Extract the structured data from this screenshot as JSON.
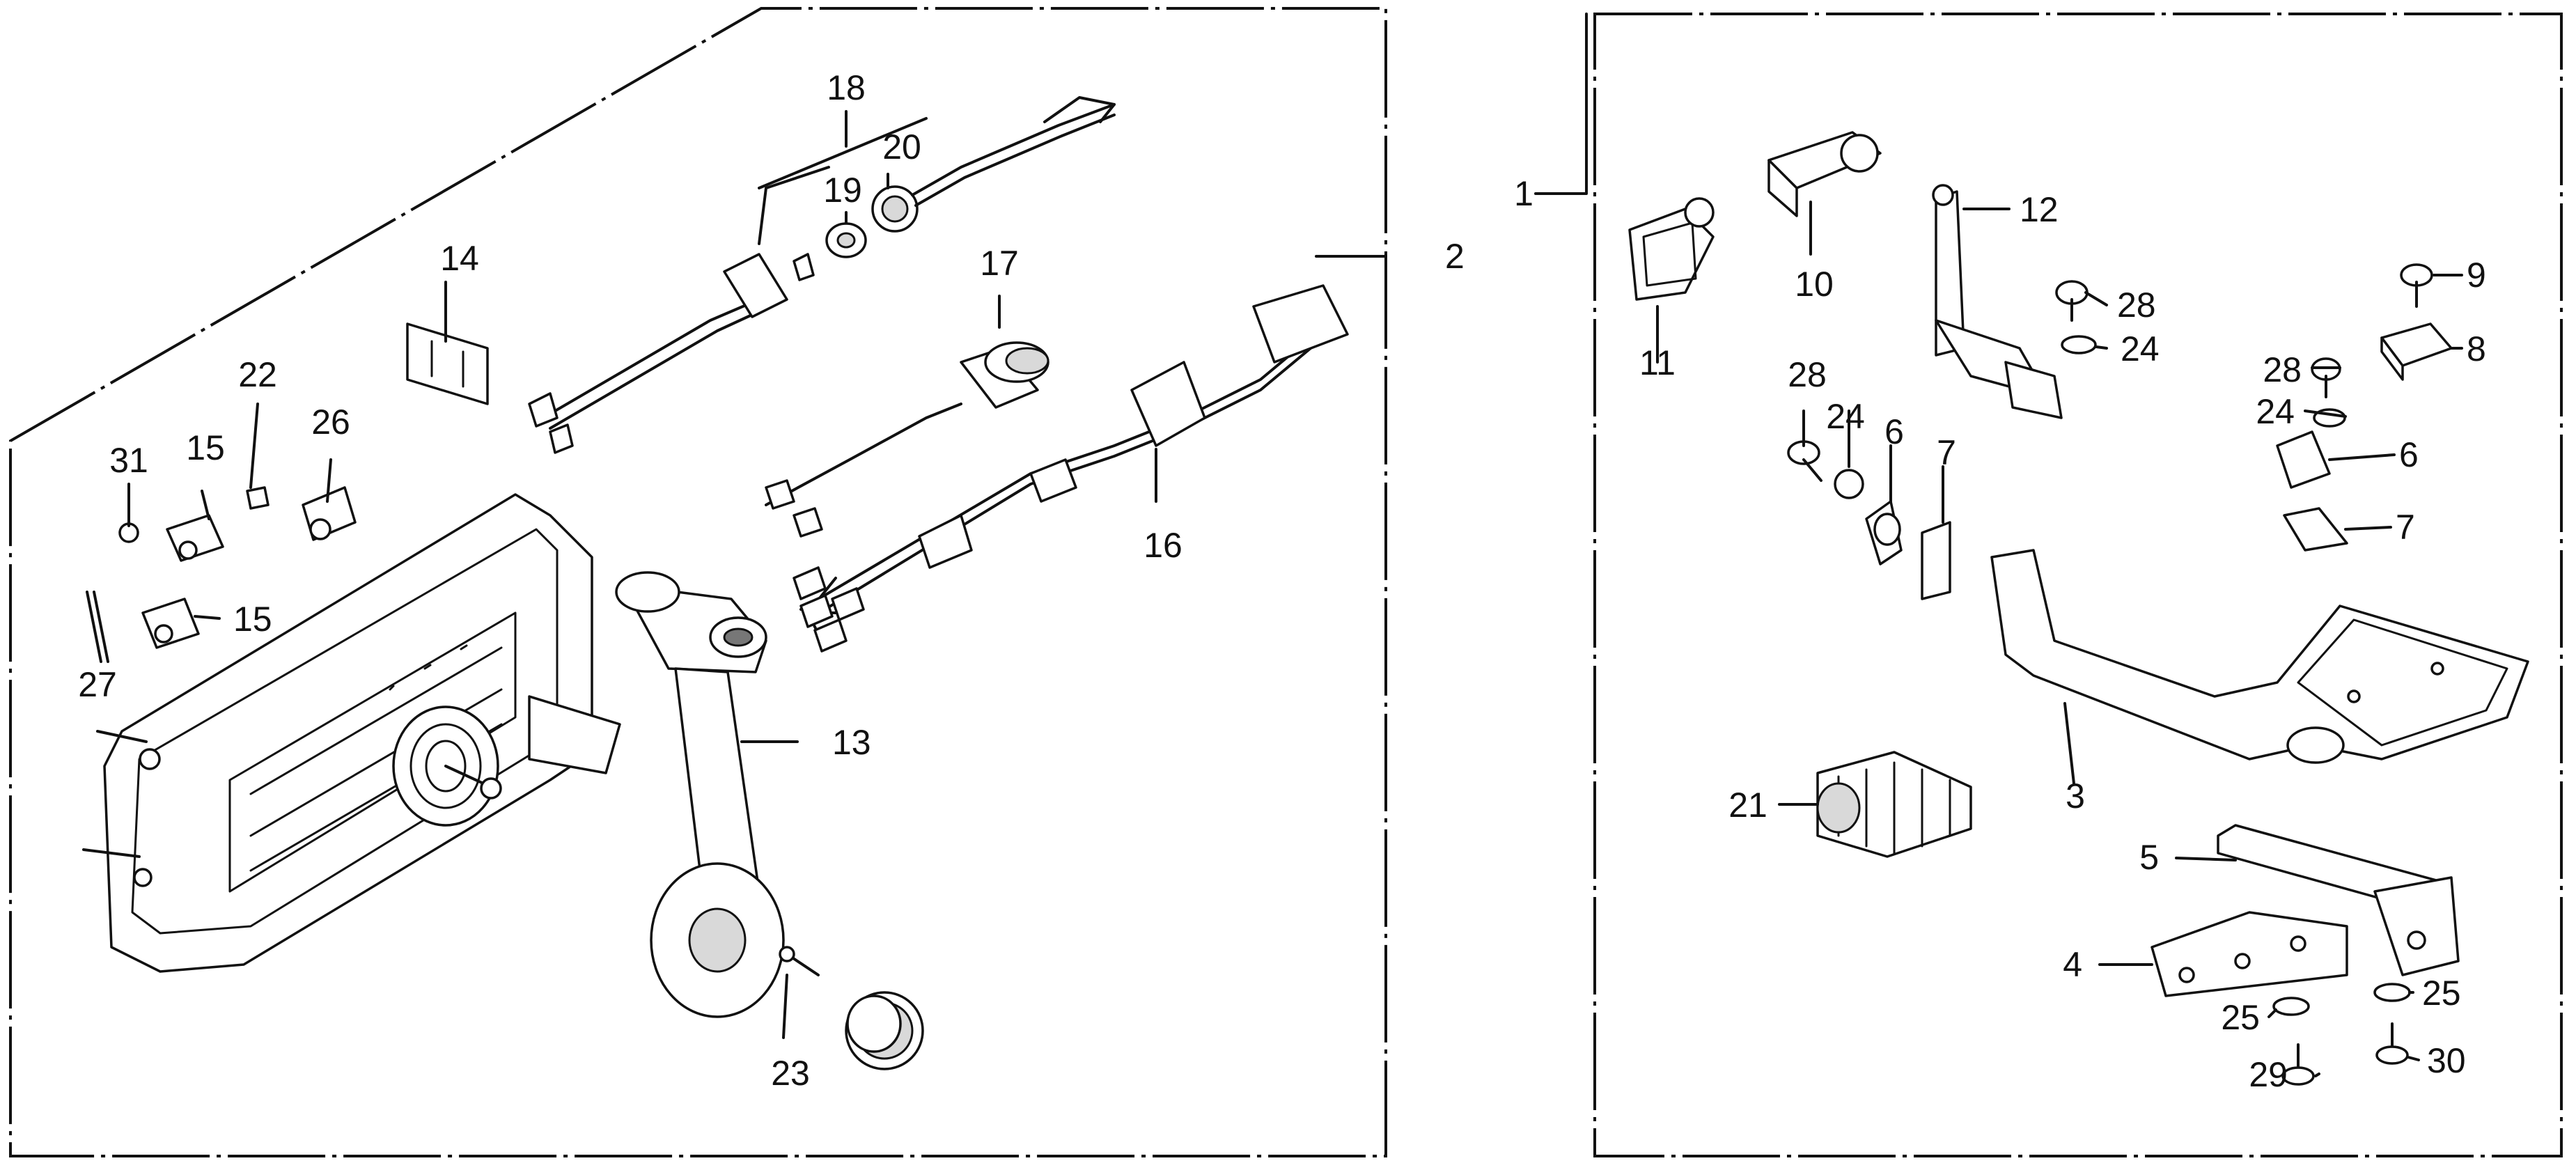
{
  "callouts": [
    "1",
    "2",
    "3",
    "4",
    "5",
    "6",
    "6",
    "7",
    "7",
    "8",
    "9",
    "10",
    "11",
    "12",
    "13",
    "14",
    "15",
    "15",
    "16",
    "17",
    "18",
    "19",
    "20",
    "21",
    "22",
    "23",
    "24",
    "24",
    "24",
    "25",
    "25",
    "26",
    "27",
    "28",
    "28",
    "28",
    "29",
    "30",
    "31"
  ]
}
